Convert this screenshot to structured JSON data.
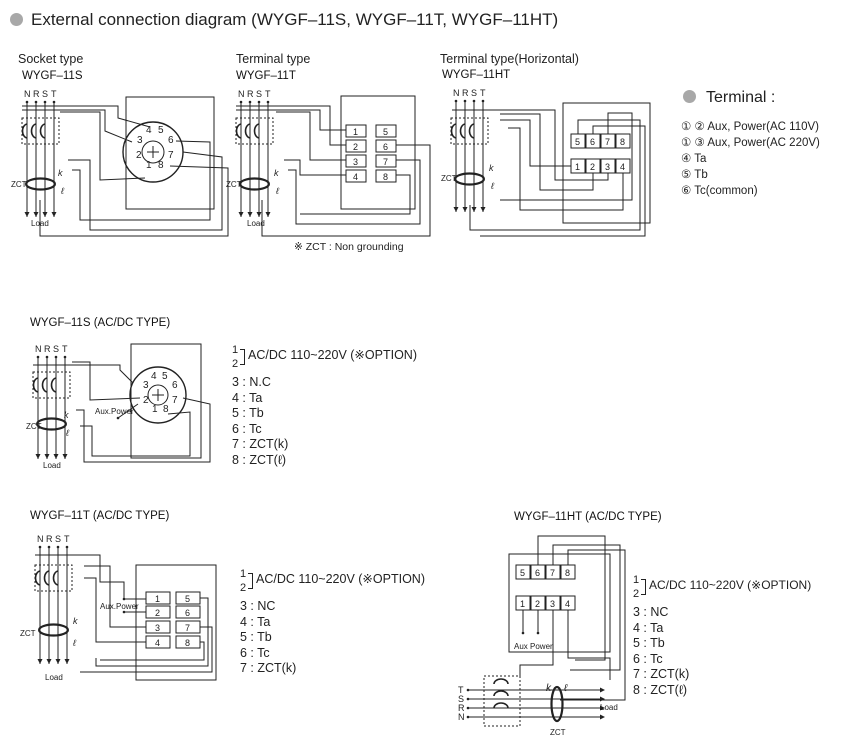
{
  "title": "External connection diagram (WYGF–11S, WYGF–11T, WYGF–11HT)",
  "top_panels": {
    "socket": {
      "type_label": "Socket type",
      "model": "WYGF–11S"
    },
    "terminal": {
      "type_label": "Terminal type",
      "model": "WYGF–11T"
    },
    "horizontal": {
      "type_label": "Terminal type(Horizontal)",
      "model": "WYGF–11HT"
    }
  },
  "zct_note": "※ ZCT : Non grounding",
  "terminal_legend": {
    "heading": "Terminal :",
    "lines": [
      "① ② Aux, Power(AC 110V)",
      "① ③ Aux, Power(AC 220V)",
      "④ Ta",
      "⑤ Tb",
      "⑥ Tc(common)"
    ]
  },
  "acdc": {
    "s_model": "WYGF–11S (AC/DC TYPE)",
    "t_model": "WYGF–11T (AC/DC TYPE)",
    "ht_model": "WYGF–11HT (AC/DC TYPE)",
    "s_pins": {
      "p1": "1",
      "p2": "2",
      "range": "AC/DC 110~220V (※OPTION)",
      "lines": [
        "3 : N.C",
        "4 : Ta",
        "5 : Tb",
        "6 : Tc",
        "7 : ZCT(k)",
        "8 : ZCT(ℓ)"
      ]
    },
    "t_pins": {
      "p1": "1",
      "p2": "2",
      "range": "AC/DC 110~220V (※OPTION)",
      "lines": [
        "3 : NC",
        "4 : Ta",
        "5 : Tb",
        "6 : Tc",
        "7 : ZCT(k)"
      ]
    },
    "ht_pins": {
      "p1": "1",
      "p2": "2",
      "range": "AC/DC 110~220V (※OPTION)",
      "lines": [
        "3 : NC",
        "4 : Ta",
        "5 : Tb",
        "6 : Tc",
        "7 : ZCT(k)",
        "8 : ZCT(ℓ)"
      ]
    }
  },
  "diagram_labels": {
    "phases": [
      "N",
      "R",
      "S",
      "T"
    ],
    "phases_rev": [
      "T",
      "S",
      "R",
      "N"
    ],
    "zct": "ZCT",
    "load": "Load",
    "aux_power": "Aux.Power",
    "aux_power2": "Aux Power",
    "k": "k",
    "l": "ℓ",
    "pins": [
      "1",
      "2",
      "3",
      "4",
      "5",
      "6",
      "7",
      "8"
    ]
  }
}
